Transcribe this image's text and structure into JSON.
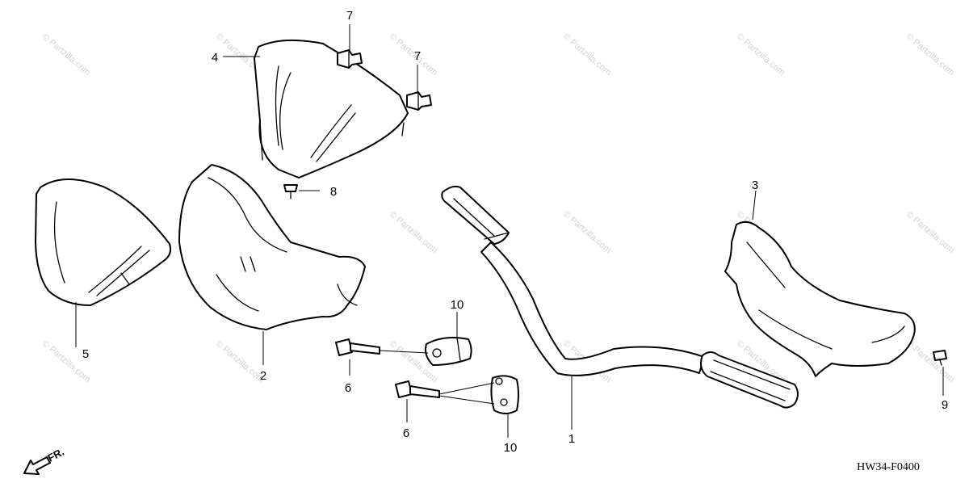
{
  "watermark": "© Partzilla.com",
  "callouts": {
    "handle_pipe": "1",
    "front_cover": "2",
    "rear_cover_lower": "3",
    "rear_cover_upper": "4",
    "side_cover": "5",
    "bolt_upper": "6",
    "bolt_lower": "6",
    "clip_upper": "7",
    "clip_right": "7",
    "screw_cover": "8",
    "screw_rear": "9",
    "holder_upper": "10",
    "holder_lower": "10"
  },
  "direction_label": "FR.",
  "diagram_code": "HW34-F0400",
  "colors": {
    "line": "#000000",
    "background": "#ffffff",
    "watermark": "#d2d2d2"
  }
}
